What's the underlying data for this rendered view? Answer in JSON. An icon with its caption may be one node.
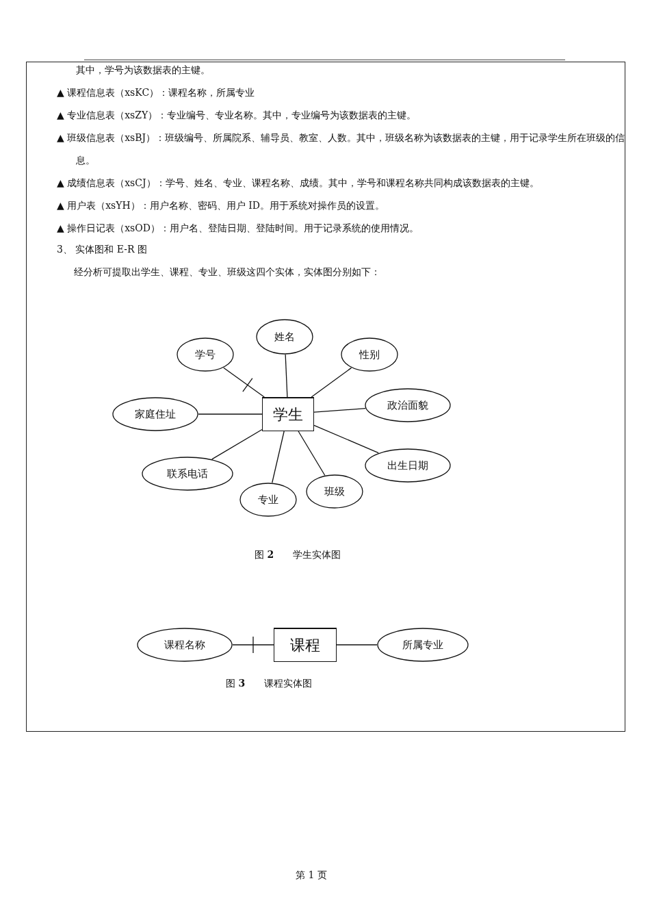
{
  "diagram": {
    "nodes": [
      {
        "text": [
          "姓名"
        ]
      },
      {
        "text": [
          "学号"
        ]
      },
      {
        "text": [
          "性别"
        ]
      },
      {
        "text": [
          "政治面貌"
        ]
      },
      {
        "text": [
          "家庭住址"
        ]
      },
      {
        "text": [
          "学生"
        ]
      },
      {
        "text": [
          "出生日期"
        ]
      },
      {
        "text": [
          "联系电话"
        ]
      },
      {
        "text": [
          "班级"
        ]
      },
      {
        "text": [
          "专业"
        ]
      },
      {
        "text": [
          "课程名称"
        ]
      },
      {
        "text": [
          "课程"
        ]
      },
      {
        "text": [
          "所属专业"
        ]
      }
    ],
    "edges": [
      {
        "from": 1,
        "to": 5,
        "arrow": "other"
      },
      {
        "from": 0,
        "to": 5,
        "arrow": "none"
      },
      {
        "from": 2,
        "to": 5,
        "arrow": "none"
      },
      {
        "from": 4,
        "to": 5,
        "arrow": "none"
      },
      {
        "from": 5,
        "to": 3,
        "arrow": "none"
      },
      {
        "from": 5,
        "to": 6,
        "arrow": "none"
      },
      {
        "from": 5,
        "to": 7,
        "arrow": "none"
      },
      {
        "from": 5,
        "to": 9,
        "arrow": "none"
      },
      {
        "from": 5,
        "to": 8,
        "arrow": "none"
      },
      {
        "from": 10,
        "to": 11,
        "arrow": "other"
      },
      {
        "from": 11,
        "to": 12,
        "arrow": "none"
      }
    ],
    "labels": [
      "其中，学号为该数据表的主键。",
      "▲ 课程信息表（xsKC）：课程名称，所属专业",
      "▲ 专业信息表（xsZY）：专业编号、专业名称。其中，专业编号为该数据表的主键。",
      "▲ 班级信息表（xsBJ）：班级编号、所属院系、辅导员、教室、人数。其中，班级名称为该数据表的主键，用于记录学生所在班级的信息。",
      "▲ 成绩信息表（xsCJ）：学号、姓名、专业、课程名称、成绩。其中，学号和课程名称共同构成该数据表的主键。",
      "▲ 用户表（xsYH）：用户名称、密码、用户 ID。用于系统对操作员的设置。",
      "▲ 操作日记表（xsOD）：用户名、登陆日期、登陆时间。用于记录系统的使用情况。",
      "3、 实体图和 E-R 图",
      "经分析可提取出学生、课程、专业、班级这四个实体，实体图分别如下：",
      "图 **2**　　学生实体图",
      "图 **3**　　课程实体图",
      "第 1 页"
    ]
  }
}
